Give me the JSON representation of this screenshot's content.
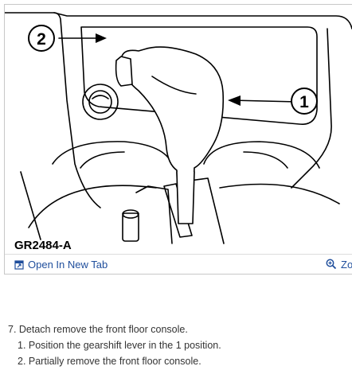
{
  "figure": {
    "code": "GR2484-A",
    "callouts": [
      "2",
      "1"
    ],
    "open_tab_label": "Open In New Tab",
    "zoom_label": "Zo"
  },
  "procedure": {
    "step": "7. Detach remove the front floor console.",
    "substeps": [
      "1. Position the gearshift lever in the 1 position.",
      "2. Partially remove the front floor console."
    ]
  }
}
